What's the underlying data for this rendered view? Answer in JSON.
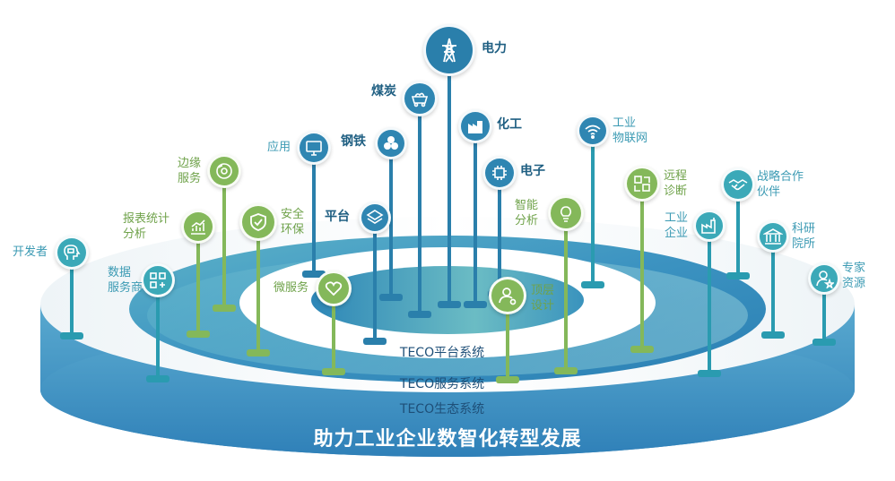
{
  "rings": {
    "platform": "TECO平台系统",
    "service": "TECO服务系统",
    "ecosystem": "TECO生态系统"
  },
  "banner": "助力工业企业数智化转型发展",
  "colors": {
    "dark_blue": "#2a7fab",
    "teal": "#3ba9b8",
    "green": "#84b85a",
    "label_dark": "#1f5f82",
    "label_green": "#6fa24a",
    "label_teal": "#3b9ab3"
  },
  "nodes": {
    "electric": {
      "label": [
        "电力"
      ]
    },
    "coal": {
      "label": [
        "煤炭"
      ]
    },
    "steel": {
      "label": [
        "钢铁"
      ]
    },
    "chemical": {
      "label": [
        "化工"
      ]
    },
    "electronics": {
      "label": [
        "电子"
      ]
    },
    "app": {
      "label": [
        "应用"
      ]
    },
    "platform": {
      "label": [
        "平台"
      ]
    },
    "microservice": {
      "label": [
        "微服务"
      ]
    },
    "design": {
      "label": [
        "顶层",
        "设计"
      ]
    },
    "smart": {
      "label": [
        "智能",
        "分析"
      ]
    },
    "iot": {
      "label": [
        "工业",
        "物联网"
      ]
    },
    "remote": {
      "label": [
        "远程",
        "诊断"
      ]
    },
    "strategy": {
      "label": [
        "战略合作",
        "伙伴"
      ]
    },
    "enterprise": {
      "label": [
        "工业",
        "企业"
      ]
    },
    "research": {
      "label": [
        "科研",
        "院所"
      ]
    },
    "expert": {
      "label": [
        "专家",
        "资源"
      ]
    },
    "edge": {
      "label": [
        "边缘",
        "服务"
      ]
    },
    "security": {
      "label": [
        "安全",
        "环保"
      ]
    },
    "report": {
      "label": [
        "报表统计",
        "分析"
      ]
    },
    "developer": {
      "label": [
        "开发者"
      ]
    },
    "data": {
      "label": [
        "数据",
        "服务商"
      ]
    }
  }
}
